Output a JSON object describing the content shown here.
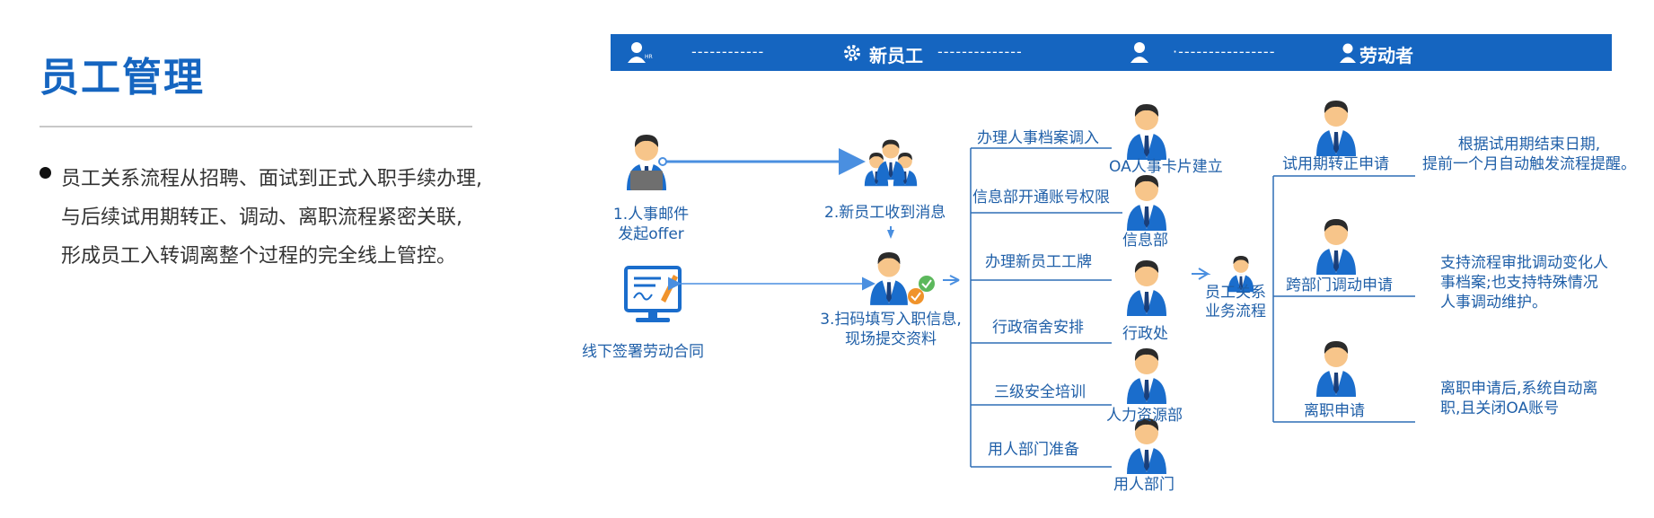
{
  "page_title": "员工管理",
  "bullet": [
    "员工关系流程从招聘、面试到正式入职手续办理,",
    "与后续试用期转正、调动、离职流程紧密关联,",
    "形成员工入转调离整个过程的完全线上管控。"
  ],
  "topbar": {
    "small_left": "HR",
    "dashes_left": "------------",
    "new_employee": "新员工",
    "dashes_mid": "--------------",
    "dashes_right": "·----------------",
    "worker": "劳动者",
    "color": "#1565c0"
  },
  "steps": {
    "step1": [
      "1.人事邮件",
      "发起offer"
    ],
    "step2": "2.新员工收到消息",
    "step3": [
      "3.扫码填写入职信息,",
      "现场提交资料"
    ],
    "contract": "线下签署劳动合同"
  },
  "branches": [
    {
      "task": "办理人事档案调入",
      "dept": "OA人事卡片建立"
    },
    {
      "task": "信息部开通账号权限",
      "dept": "信息部"
    },
    {
      "task": "办理新员工工牌",
      "dept": "行政处"
    },
    {
      "task": "行政宿舍安排",
      "dept": ""
    },
    {
      "task": "三级安全培训",
      "dept": "人力资源部"
    },
    {
      "task": "用人部门准备",
      "dept": "用人部门"
    }
  ],
  "relation": [
    "员工关系",
    "业务流程"
  ],
  "outcomes": [
    {
      "label": "试用期转正申请",
      "note": [
        "根据试用期结束日期,",
        "提前一个月自动触发流程提醒。"
      ]
    },
    {
      "label": "跨部门调动申请",
      "note": [
        "支持流程审批调动变化人",
        "事档案;也支持特殊情况",
        "人事调动维护。"
      ]
    },
    {
      "label": "离职申请",
      "note": [
        "离职申请后,系统自动离",
        "职,且关闭OA账号"
      ]
    }
  ],
  "icons": [
    "person-icon",
    "gear-icon",
    "laptop-icon",
    "group-icon",
    "check-badge-icon",
    "contract-monitor-icon",
    "arrow-icon"
  ]
}
